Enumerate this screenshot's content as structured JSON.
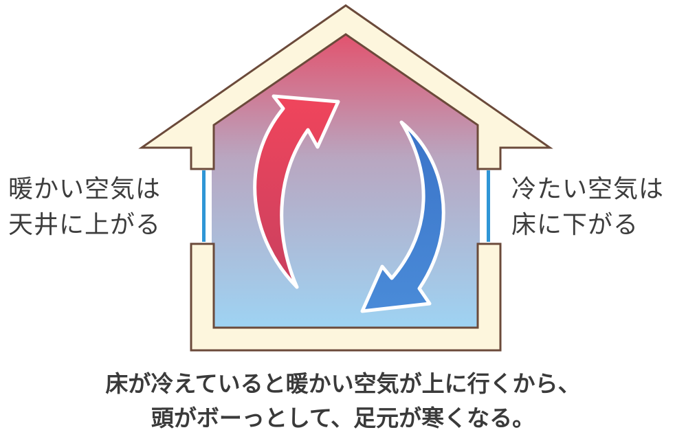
{
  "labels": {
    "warm_line1": "暖かい空気は",
    "warm_line2": "天井に上がる",
    "cold_line1": "冷たい空気は",
    "cold_line2": "床に下がる"
  },
  "caption": {
    "line1": "床が冷えていると暖かい空気が上に行くから、",
    "line2": "頭がボーっとして、足元が寒くなる。"
  },
  "colors": {
    "wall_fill": "#fdf6dd",
    "wall_stroke": "#6b4a3a",
    "interior_top": "#e2536e",
    "interior_mid": "#b9a6c0",
    "interior_bottom": "#9ed3f3",
    "window_glass": "#2f96d6",
    "warm_arrow": "#e5435c",
    "cold_arrow": "#3f7dd0"
  },
  "icons": {
    "warm_arrow": "up-curved-arrow-icon",
    "cold_arrow": "down-curved-arrow-icon"
  }
}
